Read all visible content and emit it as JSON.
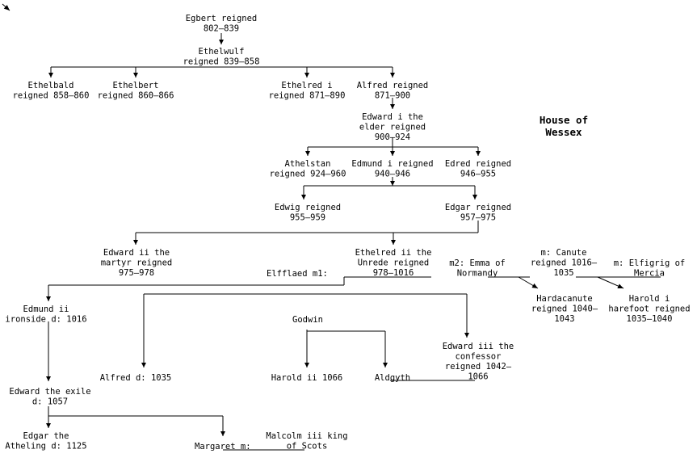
{
  "title": [
    "House of",
    "Wessex"
  ],
  "people": {
    "egbert": [
      "Egbert reigned",
      "802–839"
    ],
    "ethelwulf": [
      "Ethelwulf",
      "reigned 839–858"
    ],
    "ethelbald": [
      "Ethelbald",
      "reigned 858–860"
    ],
    "ethelbert": [
      "Ethelbert",
      "reigned 860–866"
    ],
    "ethelred1": [
      "Ethelred i",
      "reigned 871–890"
    ],
    "alfred": [
      "Alfred reigned",
      "871–900"
    ],
    "edward1": [
      "Edward i the",
      "elder reigned",
      "900–924"
    ],
    "athelstan": [
      "Athelstan",
      "reigned 924–960"
    ],
    "edmund1": [
      "Edmund i reigned",
      "940–946"
    ],
    "edred": [
      "Edred reigned",
      "946–955"
    ],
    "edwig": [
      "Edwig reigned",
      "955–959"
    ],
    "edgar": [
      "Edgar reigned",
      "957–975"
    ],
    "edward2": [
      "Edward ii the",
      "martyr reigned",
      "975–978"
    ],
    "ethelred2": [
      "Ethelred ii the",
      "Unrede reigned",
      "978–1016"
    ],
    "elfflaed": [
      "Elfflaed m1:"
    ],
    "emma": [
      "m2: Emma of",
      "Normandy"
    ],
    "canute": [
      "m: Canute",
      "reigned 1016–",
      "1035"
    ],
    "elfigrig": [
      "m: Elfigrig of",
      "Mercia"
    ],
    "edmund2": [
      "Edmund ii",
      "ironside d: 1016"
    ],
    "hardacanute": [
      "Hardacanute",
      "reigned 1040–",
      "1043"
    ],
    "harold1": [
      "Harold i",
      "harefoot reigned",
      "1035–1040"
    ],
    "godwin": [
      "Godwin"
    ],
    "edward3": [
      "Edward iii the",
      "confessor",
      "reigned 1042–",
      "1066"
    ],
    "alfred_d": [
      "Alfred d: 1035"
    ],
    "harold2": [
      "Harold ii 1066"
    ],
    "aldgyth": [
      "Aldgyth"
    ],
    "edward_exile": [
      "Edward the exile",
      "d: 1057"
    ],
    "edgar_atheling": [
      "Edgar the",
      "Atheling d: 1125"
    ],
    "margaret": [
      "Margaret m:"
    ],
    "malcolm": [
      "Malcolm iii king",
      "of Scots"
    ]
  }
}
